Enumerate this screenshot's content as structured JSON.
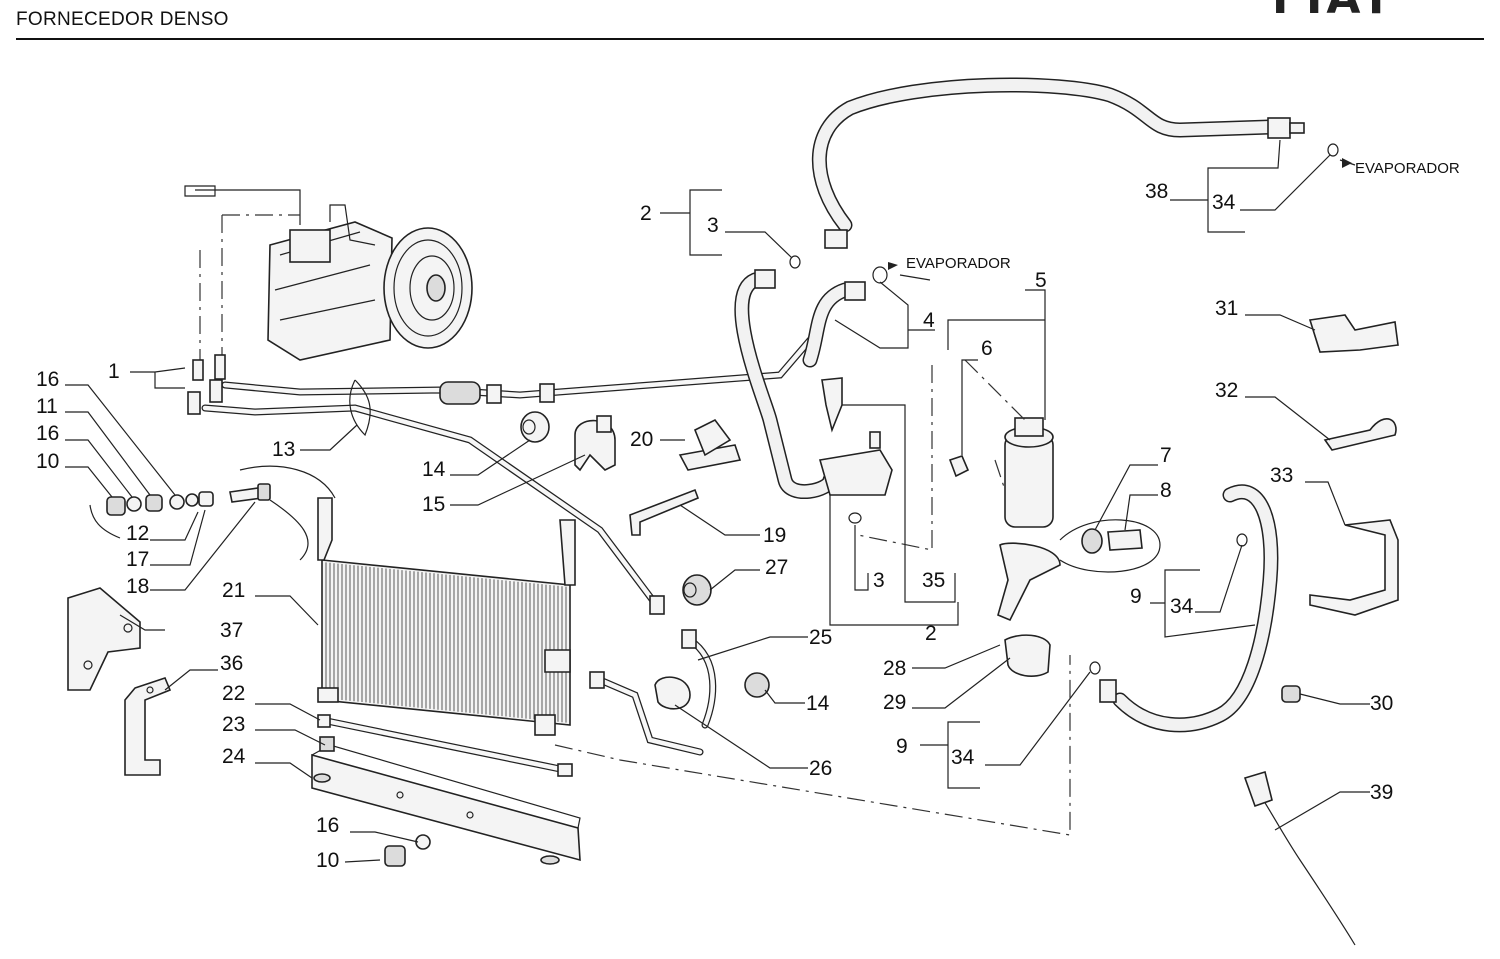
{
  "header": {
    "title": "FORNECEDOR DENSO",
    "brand": "FIAT"
  },
  "annotations": {
    "evaporador_top_right": "EVAPORADOR",
    "evaporador_center": "EVAPORADOR"
  },
  "callouts": {
    "c1": "1",
    "c2a": "2",
    "c3a": "3",
    "c4": "4",
    "c5": "5",
    "c6": "6",
    "c7": "7",
    "c8": "8",
    "c9a": "9",
    "c9b": "9",
    "c10a": "10",
    "c10b": "10",
    "c11": "11",
    "c12": "12",
    "c13": "13",
    "c14a": "14",
    "c14b": "14",
    "c15": "15",
    "c16a": "16",
    "c16b": "16",
    "c16c": "16",
    "c17": "17",
    "c18": "18",
    "c19": "19",
    "c20": "20",
    "c21": "21",
    "c22": "22",
    "c23": "23",
    "c24": "24",
    "c25": "25",
    "c26": "26",
    "c27": "27",
    "c28": "28",
    "c29": "29",
    "c30": "30",
    "c31": "31",
    "c32": "32",
    "c33": "33",
    "c34a": "34",
    "c34b": "34",
    "c34c": "34",
    "c35": "35",
    "c36": "36",
    "c37": "37",
    "c38": "38",
    "c39": "39",
    "c2b": "2",
    "c3b": "3"
  },
  "colors": {
    "ink": "#222222",
    "paper": "#ffffff",
    "fill": "#f4f4f4"
  }
}
